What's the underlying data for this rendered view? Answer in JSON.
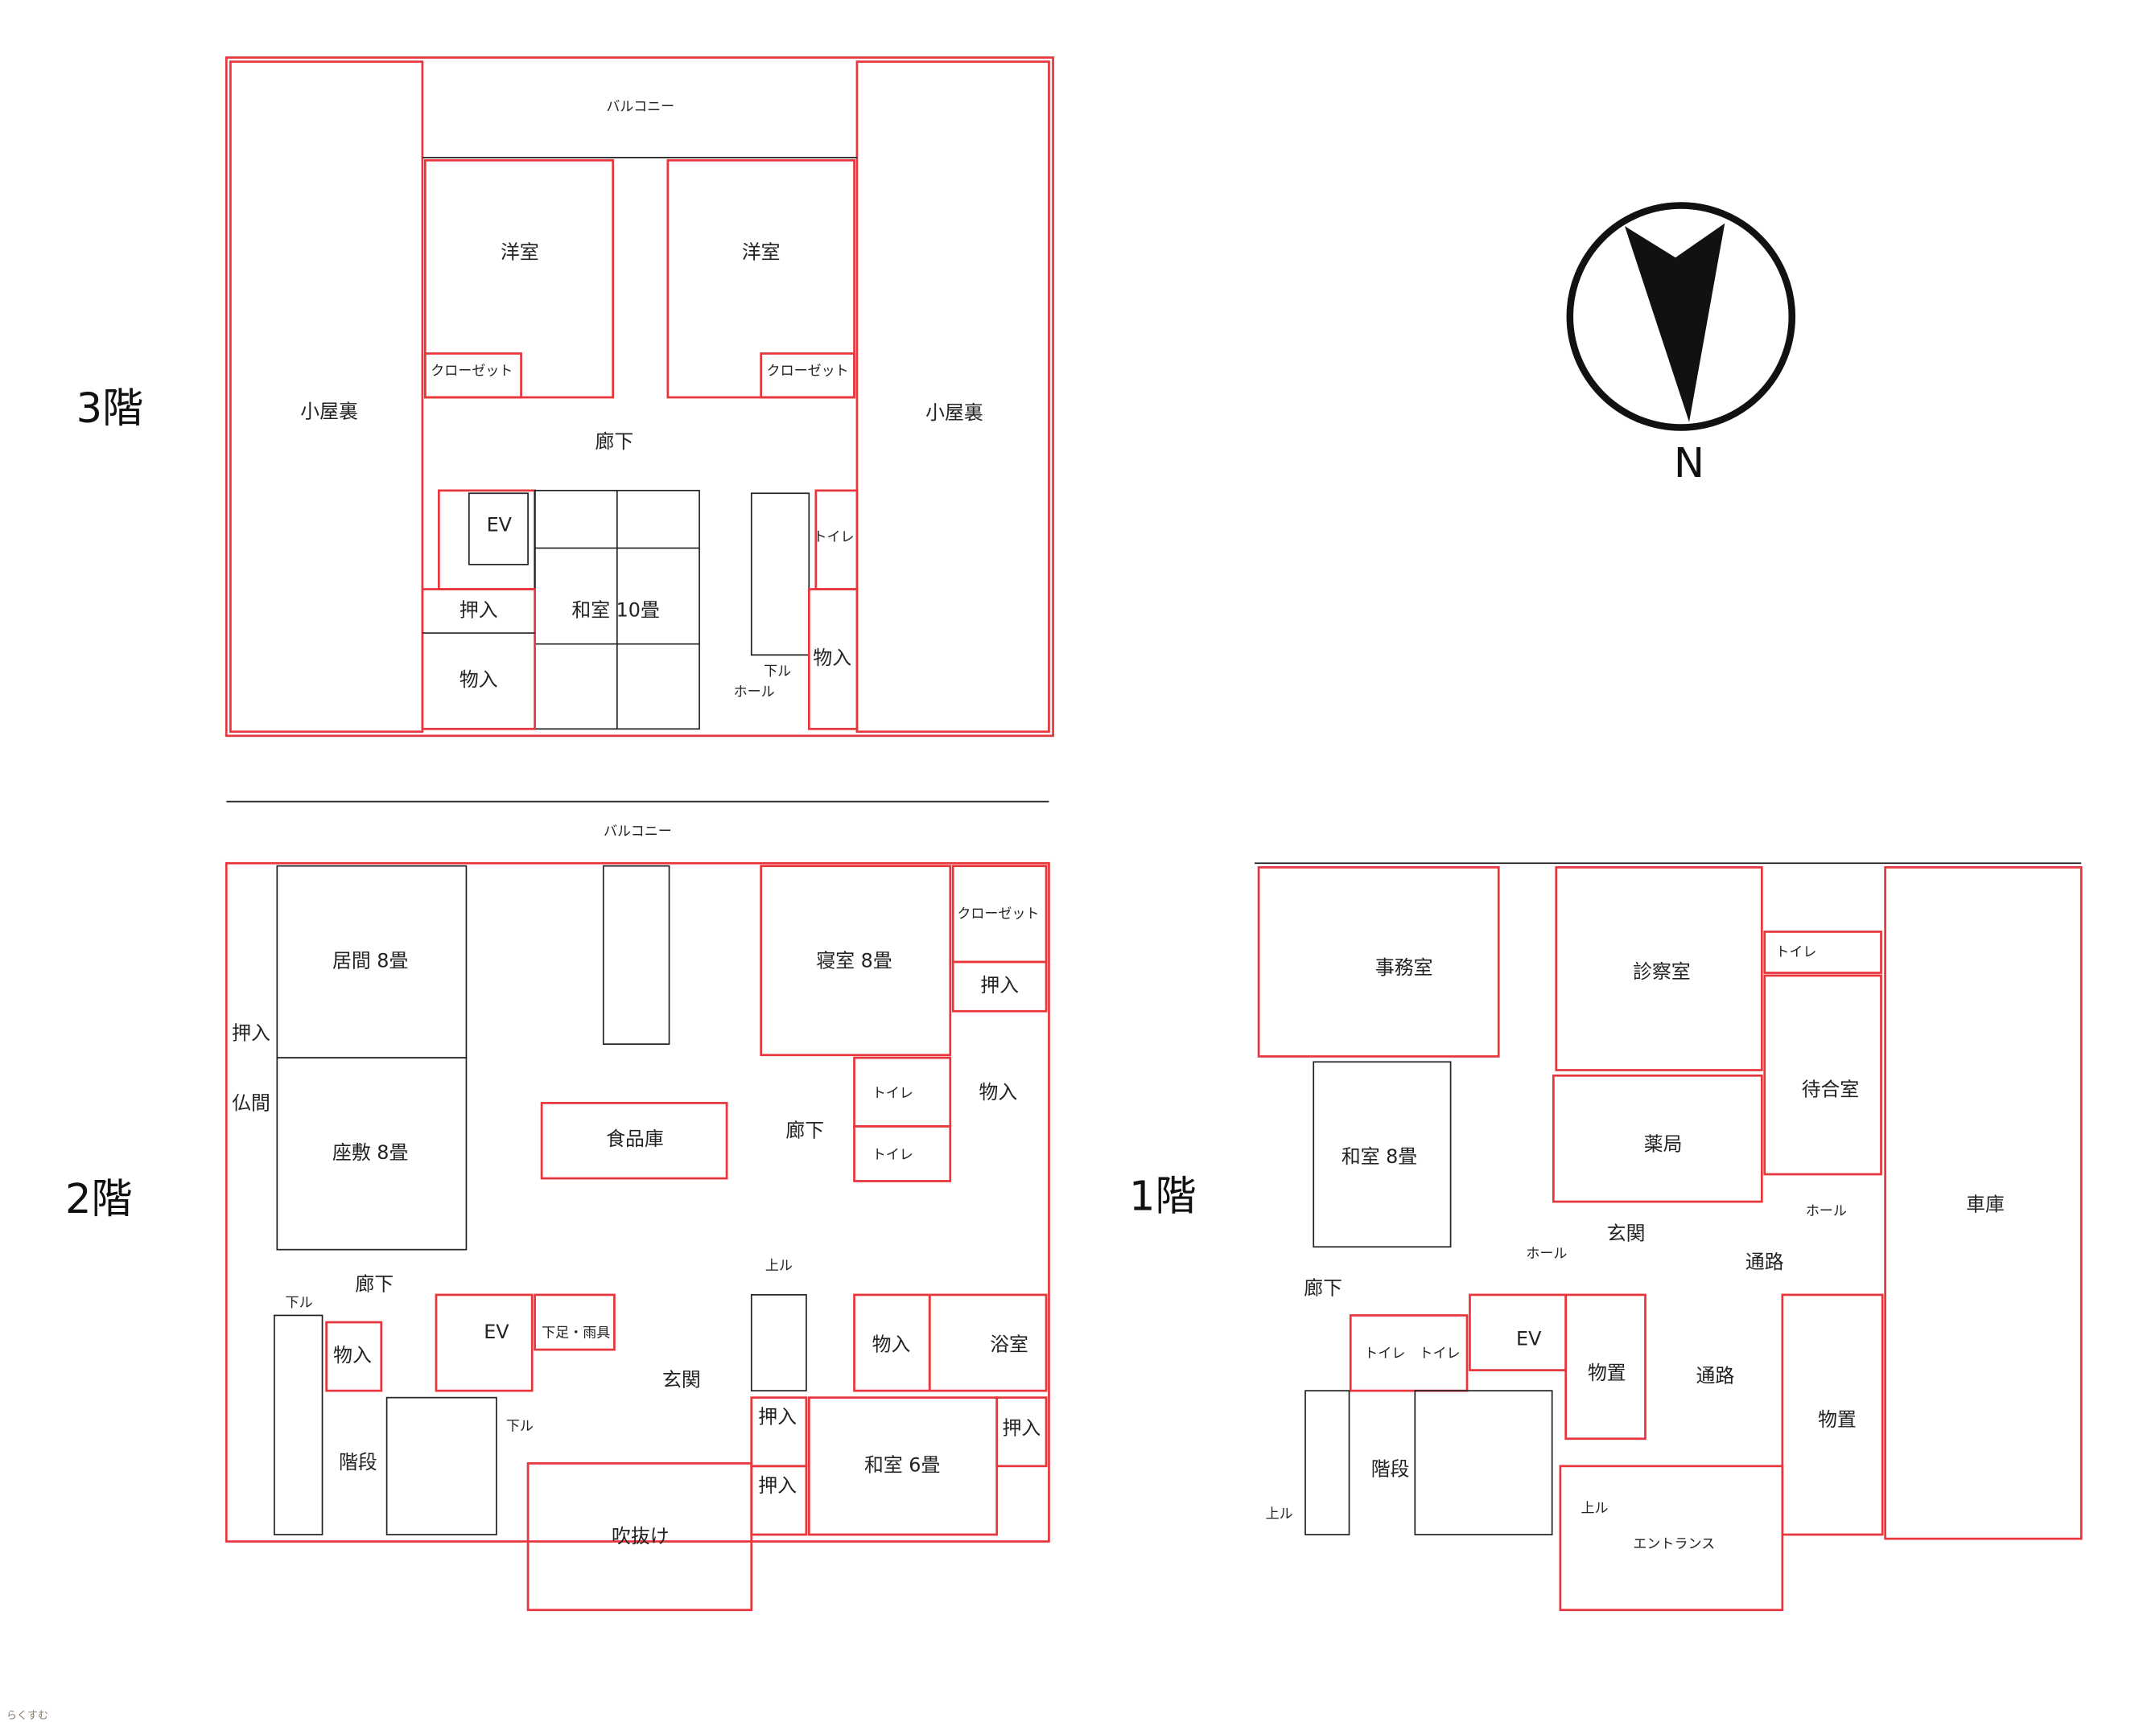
{
  "floors": {
    "f3": {
      "label": "3階",
      "rooms": {
        "balcony": "バルコニー",
        "western_l": "洋室",
        "western_r": "洋室",
        "closet_l": "クローゼット",
        "closet_r": "クローゼット",
        "attic_l": "小屋裏",
        "attic_r": "小屋裏",
        "corridor": "廊下",
        "ev": "EV",
        "oshiire": "押入",
        "japanese": "和室 10畳",
        "storage": "物入",
        "storage_r": "物入",
        "toilet": "トイレ",
        "hall": "ホール",
        "down": "下ル"
      }
    },
    "f2": {
      "label": "2階",
      "rooms": {
        "balcony": "バルコニー",
        "living": "居間 8畳",
        "bedroom": "寝室 8畳",
        "closet": "クローゼット",
        "oshiire_r": "押入",
        "oshiire_l": "押入",
        "butsuma": "仏間",
        "zashiki": "座敷 8畳",
        "pantry": "食品庫",
        "corridor_c": "廊下",
        "toilet1": "トイレ",
        "toilet2": "トイレ",
        "storage_r": "物入",
        "corridor": "廊下",
        "down": "下ル",
        "storage_l": "物入",
        "ev": "EV",
        "shoes": "下足・雨具",
        "entrance": "玄関",
        "up": "上ル",
        "storage_bath": "物入",
        "bath": "浴室",
        "oshiire_c": "押入",
        "oshiire_c2": "押入",
        "oshiire_e": "押入",
        "japanese": "和室 6畳",
        "stairs": "階段",
        "down2": "下ル",
        "void": "吹抜け"
      }
    },
    "f1": {
      "label": "1階",
      "rooms": {
        "office": "事務室",
        "exam": "診察室",
        "toilet": "トイレ",
        "waiting": "待合室",
        "japanese": "和室 8畳",
        "pharmacy": "薬局",
        "hall_r": "ホール",
        "garage": "車庫",
        "entrance_hall": "玄関",
        "hall": "ホール",
        "passage": "通路",
        "passage2": "通路",
        "corridor": "廊下",
        "toilet1": "トイレ",
        "toilet2": "トイレ",
        "ev": "EV",
        "storage": "物置",
        "storage2": "物置",
        "stairs": "階段",
        "up": "上ル",
        "up2": "上ル",
        "entrance": "エントランス"
      }
    }
  },
  "compass": {
    "label": "N"
  },
  "logo": "らくすむ"
}
